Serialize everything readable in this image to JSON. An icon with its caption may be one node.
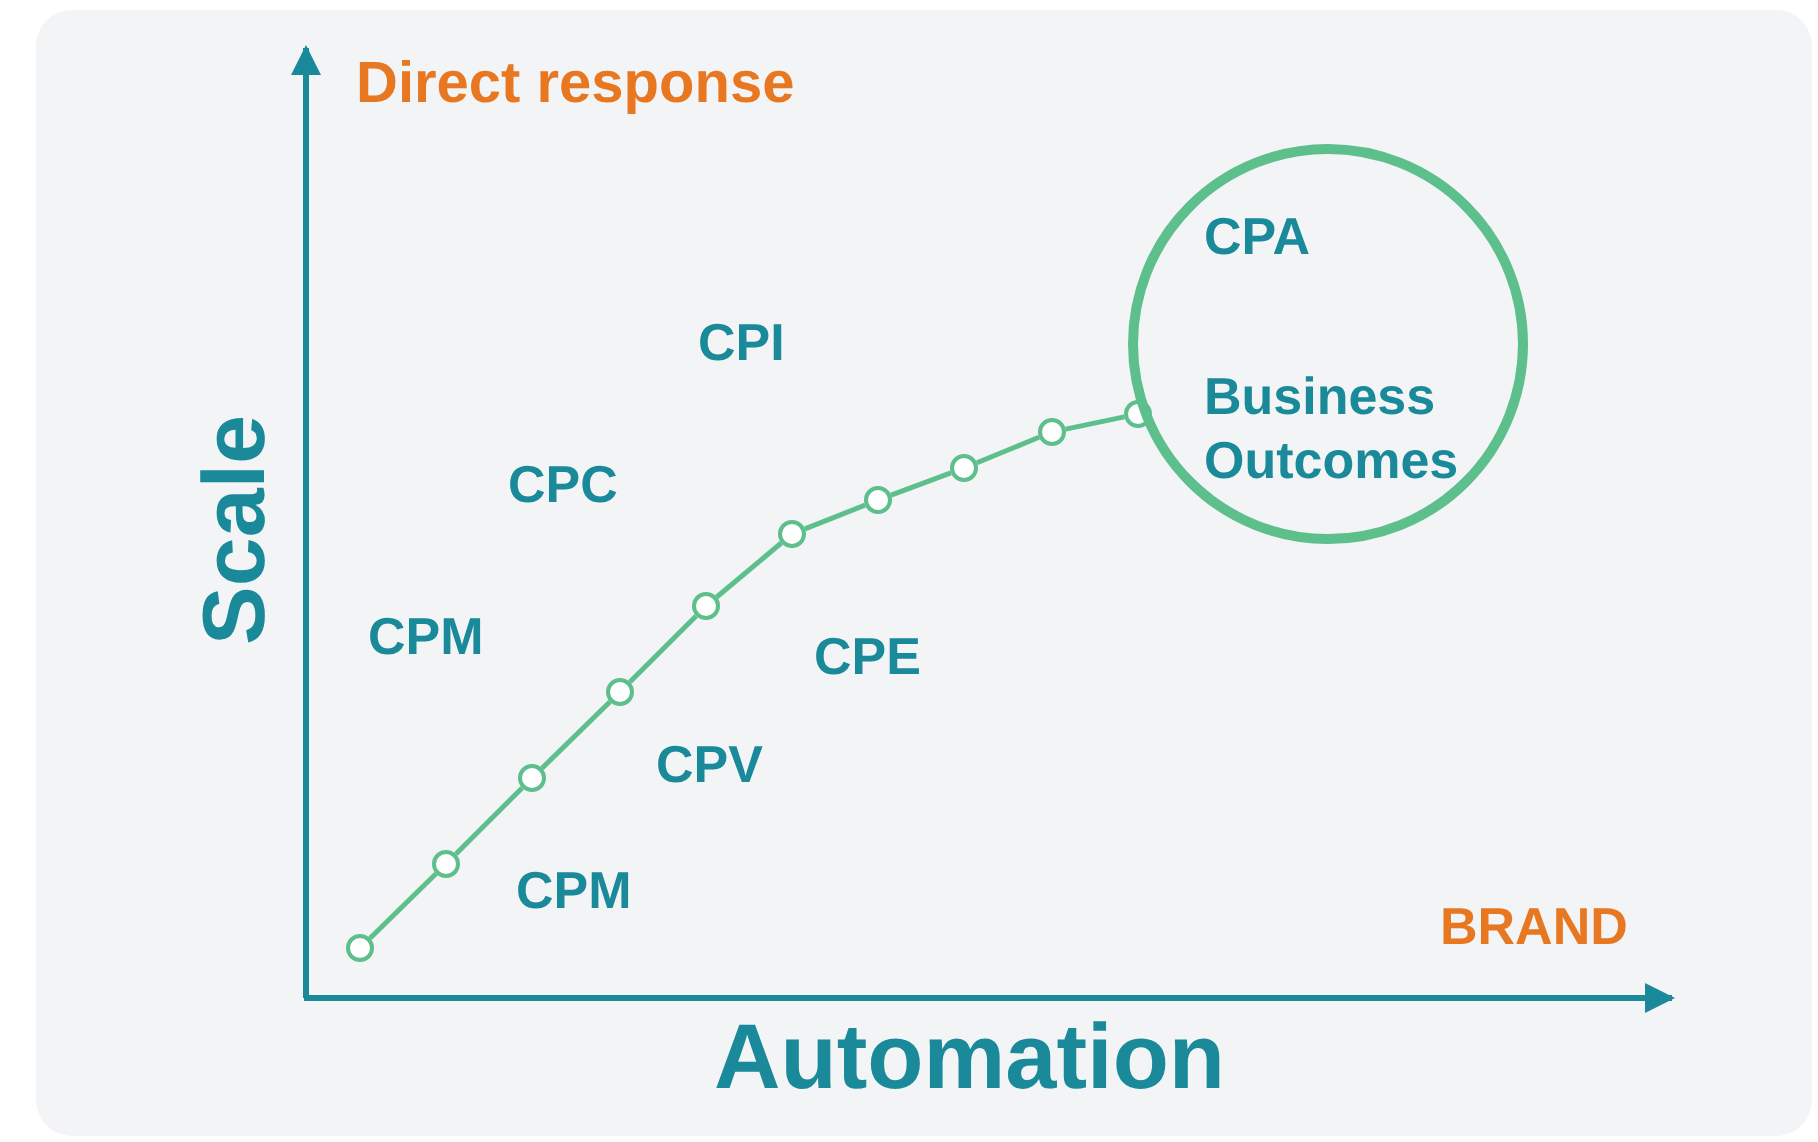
{
  "diagram": {
    "nodes": [
      {
        "text": [],
        "shape": "circle"
      },
      {
        "text": [],
        "shape": "circle"
      },
      {
        "text": [],
        "shape": "circle"
      },
      {
        "text": [],
        "shape": "circle"
      },
      {
        "text": [],
        "shape": "circle"
      },
      {
        "text": [],
        "shape": "circle"
      },
      {
        "text": [],
        "shape": "circle"
      },
      {
        "text": [],
        "shape": "circle"
      },
      {
        "text": [],
        "shape": "circle"
      },
      {
        "text": [],
        "shape": "circle"
      },
      {
        "text": [
          "CPA",
          "Business Outcomes"
        ]
      }
    ],
    "edges": [
      {
        "from": 0,
        "to": 1,
        "arrow": "none"
      },
      {
        "from": 1,
        "to": 2,
        "arrow": "none"
      },
      {
        "from": 2,
        "to": 3,
        "arrow": "none"
      },
      {
        "from": 3,
        "to": 4,
        "arrow": "none"
      },
      {
        "from": 4,
        "to": 5,
        "arrow": "none"
      },
      {
        "from": 5,
        "to": 6,
        "arrow": "none"
      },
      {
        "from": 6,
        "to": 7,
        "arrow": "none"
      },
      {
        "from": 7,
        "to": 8,
        "arrow": "none"
      },
      {
        "from": 8,
        "to": 9,
        "arrow": "none"
      }
    ],
    "labels": [
      "Direct response",
      "Scale",
      "CPI",
      "CPC",
      "CPM",
      "CPE",
      "CPV",
      "CPM",
      "BRAND",
      "Automation"
    ]
  }
}
